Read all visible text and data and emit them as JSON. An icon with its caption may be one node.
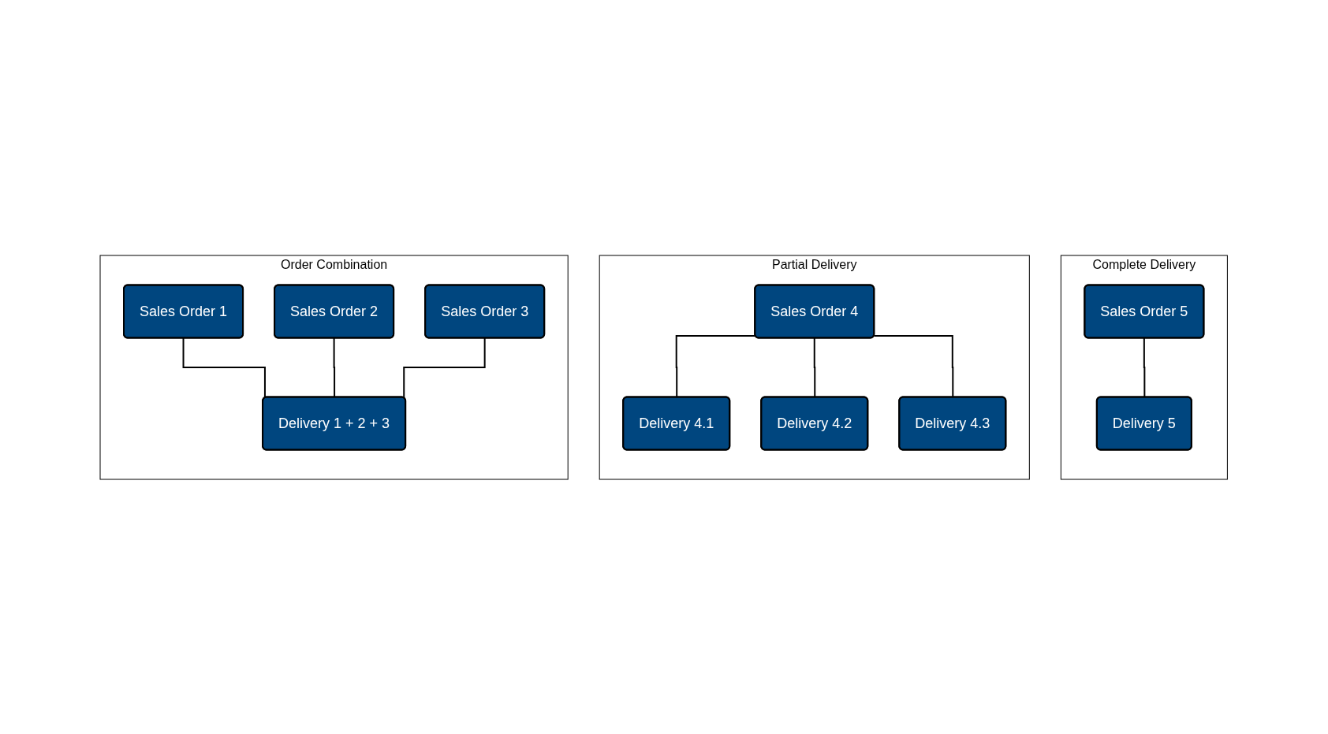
{
  "diagram": {
    "nodes": [
      {
        "text": [
          "Order Combination"
        ]
      },
      {
        "text": [
          "Sales Order 1"
        ],
        "in": 0
      },
      {
        "text": [
          "Sales Order 2"
        ],
        "in": 0
      },
      {
        "text": [
          "Sales Order 3"
        ],
        "in": 0
      },
      {
        "text": [
          "Delivery 1 + 2 + 3"
        ],
        "in": 0
      },
      {
        "text": [
          "Partial Delivery"
        ]
      },
      {
        "text": [
          "Sales Order 4"
        ],
        "in": 5
      },
      {
        "text": [
          "Delivery 4.1"
        ],
        "in": 5
      },
      {
        "text": [
          "Delivery 4.2"
        ],
        "in": 5
      },
      {
        "text": [
          "Delivery 4.3"
        ],
        "in": 5
      },
      {
        "text": [
          "Complete Delivery"
        ]
      },
      {
        "text": [
          "Sales Order 5"
        ],
        "in": 10
      },
      {
        "text": [
          "Delivery 5"
        ],
        "in": 10
      }
    ],
    "edges": [
      {
        "from": 1,
        "to": 4,
        "arrow": "none"
      },
      {
        "from": 2,
        "to": 4,
        "arrow": "none"
      },
      {
        "from": 3,
        "to": 4,
        "arrow": "none"
      },
      {
        "from": 6,
        "to": 7,
        "arrow": "none"
      },
      {
        "from": 6,
        "to": 8,
        "arrow": "none"
      },
      {
        "from": 6,
        "to": 9,
        "arrow": "none"
      },
      {
        "from": 11,
        "to": 12,
        "arrow": "none"
      }
    ]
  }
}
